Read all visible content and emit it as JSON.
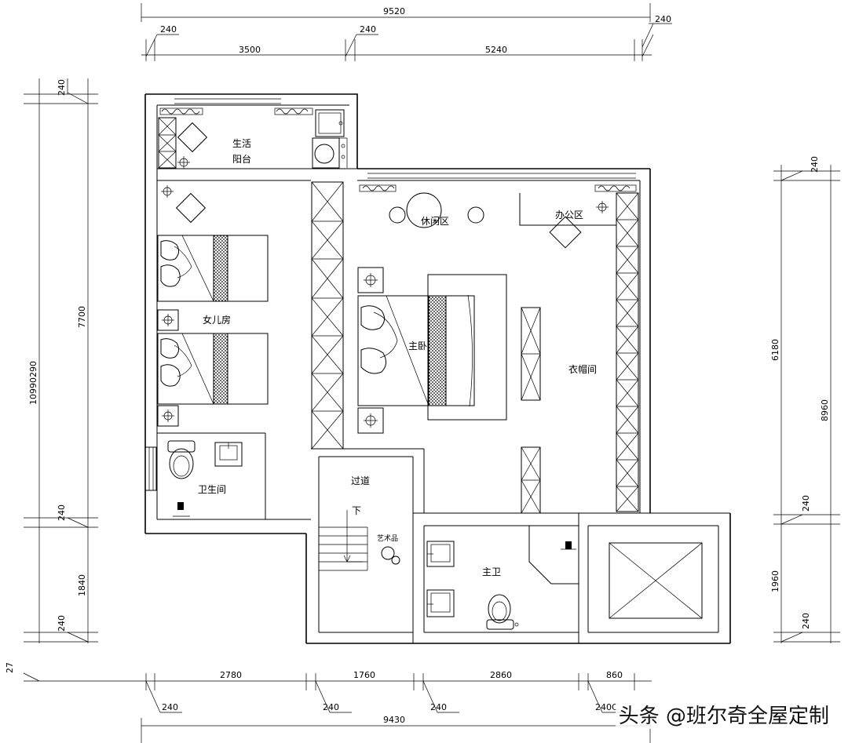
{
  "dimensions": {
    "top_total": "9520",
    "top_240_a": "240",
    "top_240_b": "240",
    "top_240_right": "240",
    "top_3500": "3500",
    "top_5240": "5240",
    "left_240_top": "240",
    "left_7700": "7700",
    "left_overall": "10990290",
    "left_240_mid": "240",
    "left_1840": "1840",
    "left_240_bottom": "240",
    "right_240_top": "240",
    "right_6180": "6180",
    "right_8960": "8960",
    "right_240_mid": "240",
    "right_1960": "1960",
    "right_240_bottom": "240",
    "corner_27": "27",
    "bottom_2780": "2780",
    "bottom_1760": "1760",
    "bottom_2860": "2860",
    "bottom_860": "860",
    "bottom_240_a": "240",
    "bottom_240_b": "240",
    "bottom_240_c": "240",
    "bottom_240_d": "240C",
    "bottom_total": "9430"
  },
  "rooms": {
    "living_balcony_line1": "生活",
    "living_balcony_line2": "阳台",
    "daughter_room": "女儿房",
    "bathroom": "卫生间",
    "corridor": "过道",
    "stairs_down": "下",
    "artwork": "艺术品",
    "master_bedroom": "主卧",
    "leisure_area": "休闲区",
    "office_area": "办公区",
    "walk_in_closet": "衣帽间",
    "master_bath": "主卫"
  },
  "watermark": "头条 @班尔奇全屋定制",
  "colors": {
    "line": "#000000",
    "background": "#ffffff"
  }
}
